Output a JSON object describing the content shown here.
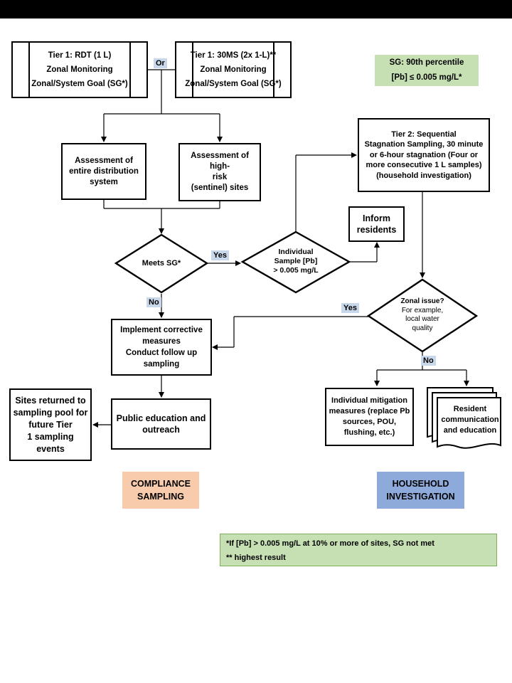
{
  "tier1_rdt": [
    "Tier 1: RDT (1 L)",
    "Zonal Monitoring",
    "Zonal/System Goal (SG*)"
  ],
  "or_label": "Or",
  "tier1_30ms": [
    "Tier 1: 30MS (2x 1-L)**",
    "Zonal Monitoring",
    "Zonal/System Goal (SG*)"
  ],
  "sg_box": [
    "SG: 90th percentile",
    "[Pb] ≤ 0.005 mg/L*"
  ],
  "assess_entire": [
    "Assessment of",
    "entire distribution",
    "system"
  ],
  "assess_highrisk": [
    "Assessment of high-",
    "risk",
    "(sentinel) sites"
  ],
  "tier2": [
    "Tier 2: Sequential",
    "Stagnation Sampling, 30 minute",
    "or 6-hour stagnation (Four or",
    "more consecutive 1 L samples)",
    "(household investigation)"
  ],
  "inform": [
    "Inform",
    "residents"
  ],
  "meets_sg": "Meets SG*",
  "yes1": "Yes",
  "individual_sample": [
    "Individual",
    "Sample [Pb]",
    "> 0.005 mg/L"
  ],
  "no1": "No",
  "zonal_issue": [
    "Zonal issue?",
    "For example,",
    "local water",
    "quality"
  ],
  "yes2": "Yes",
  "implement": [
    "Implement corrective",
    "measures",
    "Conduct follow up",
    "sampling"
  ],
  "no2": "No",
  "sites_returned": [
    "Sites returned to",
    "sampling pool for",
    "future Tier",
    "1 sampling events"
  ],
  "public_edu": [
    "Public education and",
    "outreach"
  ],
  "individual_mitigation": [
    "Individual mitigation",
    "measures (replace Pb",
    "sources, POU,",
    "flushing, etc.)"
  ],
  "resident_comm": [
    "Resident",
    "communication",
    "and education"
  ],
  "compliance": [
    "COMPLIANCE",
    "SAMPLING"
  ],
  "household": [
    "HOUSEHOLD",
    "INVESTIGATION"
  ],
  "notes": [
    "*If [Pb] > 0.005 mg/L at 10% or more of sites, SG not met",
    "** highest result"
  ],
  "colors": {
    "sg_fill": "#c6e0b4",
    "compliance_fill": "#f8cbad",
    "household_fill": "#8eaadb",
    "tag_fill": "#c9d7ea"
  }
}
